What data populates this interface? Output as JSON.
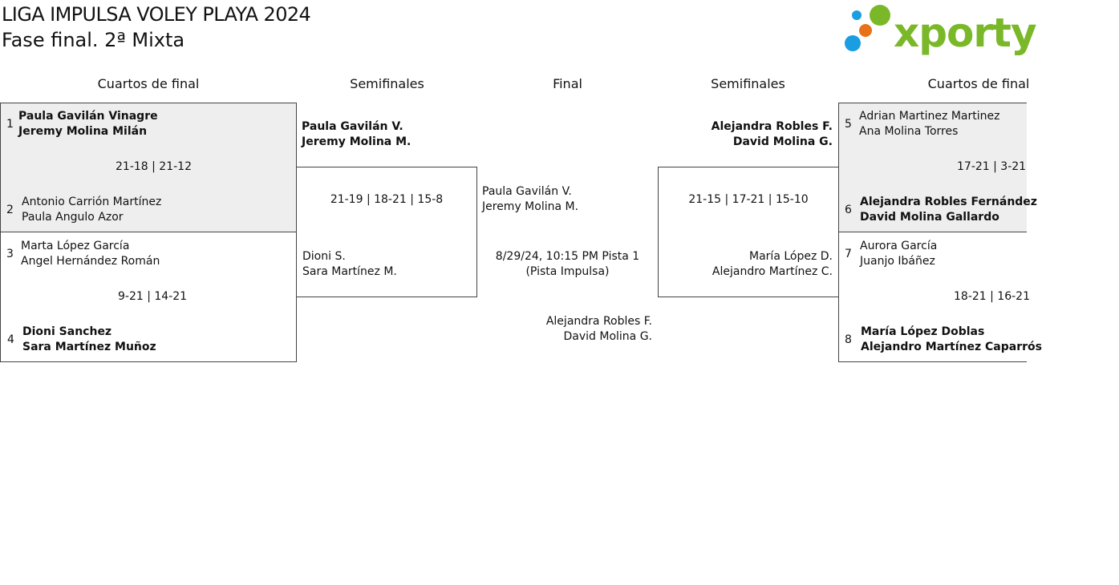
{
  "header": {
    "title_line1": "LIGA IMPULSA VOLEY PLAYA 2024",
    "title_line2": "Fase final. 2ª Mixta",
    "logo_text": "xporty",
    "colors": {
      "logo_green": "#7ab829",
      "dot_blue": "#1b9de2",
      "dot_orange": "#e8711a"
    }
  },
  "rounds": {
    "left_quarters": "Cuartos de final",
    "left_semis": "Semifinales",
    "final": "Final",
    "right_semis": "Semifinales",
    "right_quarters": "Cuartos de final"
  },
  "left_quarters": [
    {
      "top": {
        "seed": "1",
        "p1": "Paula Gavilán Vinagre",
        "p2": "Jeremy Molina Milán"
      },
      "score": "21-18 | 21-12",
      "bottom": {
        "seed": "2",
        "p1": "Antonio Carrión Martínez",
        "p2": "Paula Angulo Azor"
      }
    },
    {
      "top": {
        "seed": "3",
        "p1": "Marta López García",
        "p2": "Angel Hernández Román"
      },
      "score": "9-21 | 14-21",
      "bottom": {
        "seed": "4",
        "p1": "Dioni Sanchez",
        "p2": "Sara Martínez Muñoz"
      }
    }
  ],
  "left_semi": {
    "top": {
      "p1": "Paula Gavilán V.",
      "p2": "Jeremy Molina M."
    },
    "score": "21-19 | 18-21 | 15-8",
    "bottom": {
      "p1": "Dioni S.",
      "p2": "Sara Martínez M."
    }
  },
  "final": {
    "top": {
      "p1": "Paula Gavilán V.",
      "p2": "Jeremy Molina M."
    },
    "schedule": "8/29/24, 10:15 PM Pista 1",
    "venue": "(Pista Impulsa)",
    "bottom": {
      "p1": "Alejandra Robles F.",
      "p2": "David Molina G."
    }
  },
  "right_semi": {
    "top": {
      "p1": "Alejandra Robles F.",
      "p2": "David Molina G."
    },
    "score": "21-15 | 17-21 | 15-10",
    "bottom": {
      "p1": "María López D.",
      "p2": "Alejandro Martínez C."
    }
  },
  "right_quarters": [
    {
      "top": {
        "seed": "5",
        "p1": "Adrian Martinez Martinez",
        "p2": "Ana Molina Torres"
      },
      "score": "17-21 | 3-21",
      "bottom": {
        "seed": "6",
        "p1": "Alejandra Robles Fernández",
        "p2": "David Molina Gallardo"
      }
    },
    {
      "top": {
        "seed": "7",
        "p1": "Aurora García",
        "p2": "Juanjo Ibáñez"
      },
      "score": "18-21 | 16-21",
      "bottom": {
        "seed": "8",
        "p1": "María López Doblas",
        "p2": "Alejandro Martínez Caparrós"
      }
    }
  ]
}
